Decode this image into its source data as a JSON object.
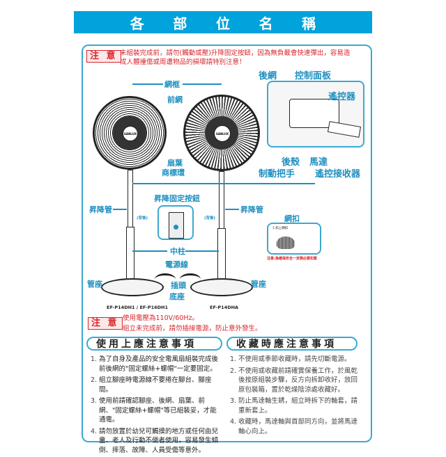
{
  "header": {
    "title_chars": [
      "各",
      "部",
      "位",
      "名",
      "稱"
    ]
  },
  "warning_top": {
    "badge": "注 意",
    "line1": "未組裝完成前，請勿(觸動或壓)升降固定按鈕，因為無負載會快速彈出，容易造",
    "line2": "成人體撞傷或周遭物品的損壞請特別注意！"
  },
  "parts": {
    "grille_frame": "網框",
    "front_grille": "前網",
    "blade": "扇葉",
    "logo_ring": "商標環",
    "rear_grille": "後網",
    "control_panel": "控制面板",
    "remote": "遙控器",
    "rear_shell": "後殼",
    "motor": "馬達",
    "brake_handle": "制動把手",
    "remote_receiver": "遙控接收器",
    "lift_lock_button": "昇降固定按鈕",
    "lift_pipe_left": "昇降管",
    "lift_pipe_right": "昇降管",
    "back_left": "(背後)",
    "back_right": "(背後)",
    "grille_clip": "網扣",
    "clip_inset_caption": "1.扣上網扣",
    "clip_inset_note": "注意:為確保安全一定務必要扣緊",
    "center_pole": "中柱",
    "power_cord": "電源線",
    "plug": "插頭",
    "pipe_base_left": "管座",
    "pipe_base_right": "管座",
    "base": "底座",
    "fan_brand_left": "SANLUX",
    "fan_brand_right": "SANLUX"
  },
  "models": {
    "left": "EF-P14DH1 / EF-P16DH1",
    "right": "EF-P14DHA"
  },
  "warning_bottom": {
    "badge": "注 意",
    "line1": "使用電壓為110V/60Hz。",
    "line2": "組立未完成前，請勿插接電源，防止意外發生。"
  },
  "usage_notes": {
    "title": "使用上應注意事項",
    "items": [
      {
        "num": "1.",
        "text": "為了自身及產品的安全電風扇組裝完成後前後網的\"固定螺絲+螺帽\"一定要固定。"
      },
      {
        "num": "2.",
        "text": "組立腳座時電源線不要捲在腳台、腳座間。"
      },
      {
        "num": "3.",
        "text": "使用前請確認腳座、後網、扇葉、前網、\"固定螺絲+螺帽\"等已組裝妥，才能通電。"
      },
      {
        "num": "4.",
        "text": "請勿放置於幼兒可觸摸的地方或任何由兒童、老人及行動不便者使用，容易發生傾倒、摔落、故障、人員受傷等意外。"
      }
    ]
  },
  "storage_notes": {
    "title": "收藏時應注意事項",
    "items": [
      {
        "num": "1.",
        "text": "不使用或季節收藏時，請先切斷電源。"
      },
      {
        "num": "2.",
        "text": "不使用或收藏前請確實保養工作，於風乾後按原組裝步驟，反方向拆卸收好，放回原包裝箱，置於乾燥陰涼處收藏好。"
      },
      {
        "num": "3.",
        "text": "防止馬達軸生銹，組立時拆下的軸套，請重新套上。"
      },
      {
        "num": "4.",
        "text": "收藏時，馬達軸與首部同方向，並將馬達軸心向上。"
      }
    ]
  },
  "colors": {
    "title_bar": "#00a3dc",
    "frame": "#3aa9cf",
    "label": "#1e8fc0",
    "warning": "#d8252c"
  }
}
